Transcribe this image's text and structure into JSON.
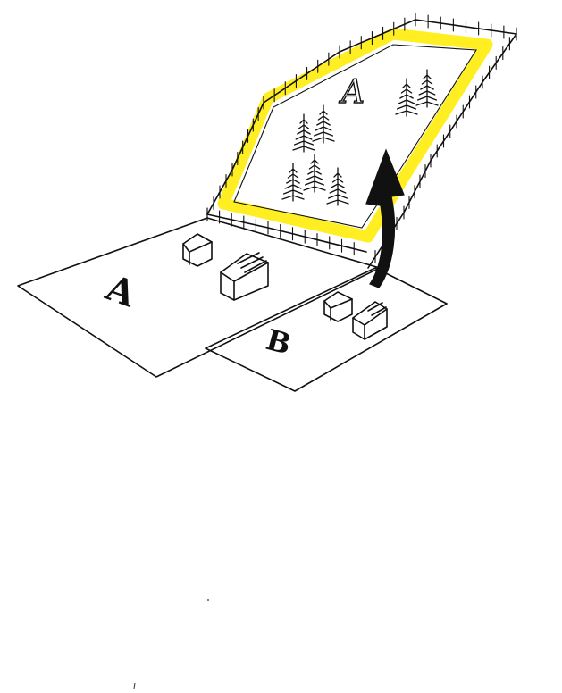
{
  "figure": {
    "background": "#ffffff",
    "highlight_color": "#ffee22",
    "ink_color": "#111111",
    "parcel_a_label": "A",
    "parcel_b_label": "B",
    "forest_parcel_label": "A",
    "trees": 7,
    "houses": 4
  }
}
